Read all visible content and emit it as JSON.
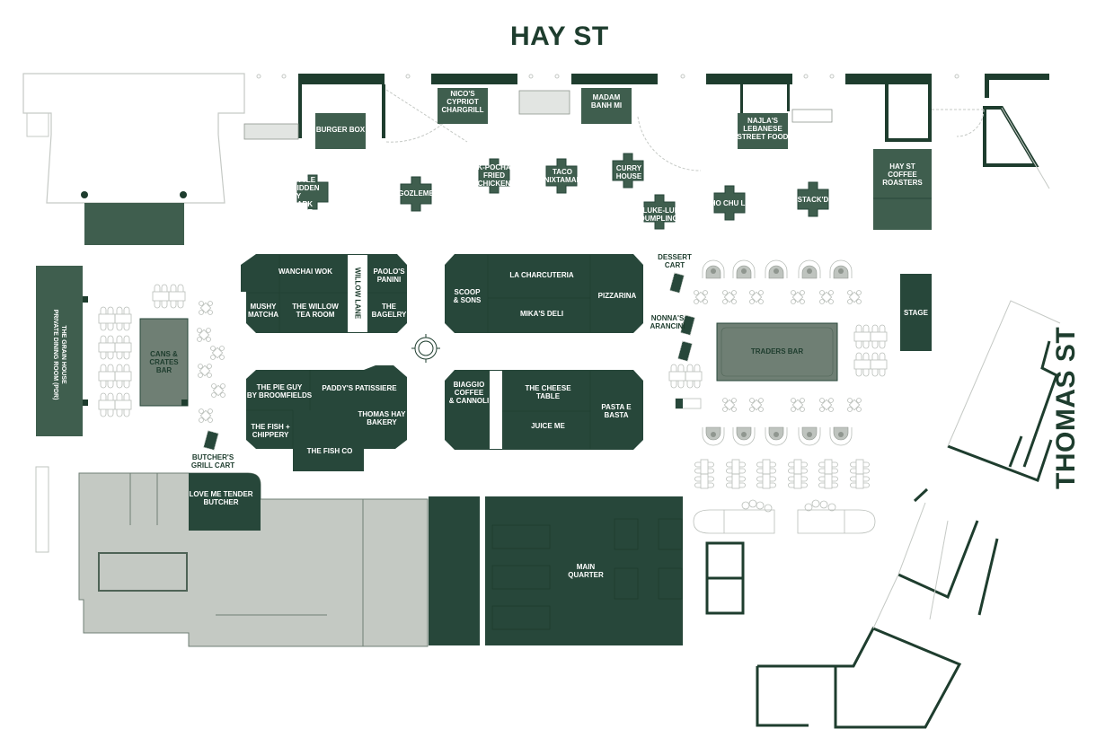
{
  "streets": {
    "north": "HAY ST",
    "east": "THOMAS ST"
  },
  "colors": {
    "stall_dark": "#27473a",
    "stall_mid": "#3f5e4e",
    "bar_grey": "#6f7f74",
    "back_of_house": "#c4c9c3",
    "wall": "#1e3d2e",
    "outline": "#bfc4bf",
    "label_light": "#ffffff"
  },
  "vendors": [
    {
      "id": "burger-box",
      "label": "BURGER BOX"
    },
    {
      "id": "nicos",
      "label": "NICO'S\nCYPRIOT\nCHARGRILL"
    },
    {
      "id": "madam-banh-mi",
      "label": "MADAM\nBANH MI"
    },
    {
      "id": "najlas",
      "label": "NAJLA'S\nLEBANESE\nSTREET FOOD"
    },
    {
      "id": "hay-st-coffee",
      "label": "HAY ST\nCOFFEE\nROASTERS"
    },
    {
      "id": "little-midden",
      "label": "LITTLE\nMIDDEN\nBY\nMARK OLIVE"
    },
    {
      "id": "gozleme",
      "label": "GOZLEME"
    },
    {
      "id": "k-pocha",
      "label": "K-POCHA\nFRIED\nCHICKEN"
    },
    {
      "id": "taco",
      "label": "TACO\nNIXTAMAL"
    },
    {
      "id": "curry",
      "label": "CURRY\nHOUSE"
    },
    {
      "id": "luke-luk",
      "label": "LUKE-LUK\nDUMPLINGS"
    },
    {
      "id": "pho",
      "label": "PHO CHU LAP"
    },
    {
      "id": "stackd",
      "label": "STACK'D"
    },
    {
      "id": "wanchai",
      "label": "WANCHAI WOK"
    },
    {
      "id": "paolos",
      "label": "PAOLO'S\nPANINI"
    },
    {
      "id": "mushy",
      "label": "MUSHY\nMATCHA"
    },
    {
      "id": "willow-tea",
      "label": "THE WILLOW\nTEA ROOM"
    },
    {
      "id": "bagelry",
      "label": "THE\nBAGELRY"
    },
    {
      "id": "willow-lane",
      "label": "WILLOW LANE"
    },
    {
      "id": "scoop",
      "label": "SCOOP\n& SONS"
    },
    {
      "id": "charcuteria",
      "label": "LA CHARCUTERIA"
    },
    {
      "id": "mikas",
      "label": "MIKA'S DELI"
    },
    {
      "id": "pizzarina",
      "label": "PIZZARINA"
    },
    {
      "id": "pie-guy",
      "label": "THE PIE GUY\nBY BROOMFIELDS"
    },
    {
      "id": "paddys",
      "label": "PADDY'S PATISSIERE"
    },
    {
      "id": "thomas-hay",
      "label": "THOMAS HAY\nBAKERY"
    },
    {
      "id": "fish-chippery",
      "label": "THE FISH +\nCHIPPERY"
    },
    {
      "id": "fish-co",
      "label": "THE FISH CO"
    },
    {
      "id": "biaggio",
      "label": "BIAGGIO\nCOFFEE\n& CANNOLI"
    },
    {
      "id": "cheese",
      "label": "THE CHEESE\nTABLE"
    },
    {
      "id": "juice",
      "label": "JUICE ME"
    },
    {
      "id": "pasta",
      "label": "PASTA E\nBASTA"
    },
    {
      "id": "love-me-tender",
      "label": "LOVE ME TENDER\nBUTCHER"
    },
    {
      "id": "main-quarter",
      "label": "MAIN\nQUARTER"
    }
  ],
  "bars": [
    {
      "id": "cans-crates",
      "label": "CANS &\nCRATES\nBAR"
    },
    {
      "id": "traders",
      "label": "TRADERS BAR"
    }
  ],
  "areas": [
    {
      "id": "grain-house",
      "label": "THE GRAIN HOUSE\nPRIVATE DINING ROOM (PDR)"
    },
    {
      "id": "stage",
      "label": "STAGE"
    }
  ],
  "carts": [
    {
      "id": "dessert-cart",
      "label": "DESSERT\nCART"
    },
    {
      "id": "nonnas",
      "label": "NONNA'S\nARANCINI"
    },
    {
      "id": "butchers-grill",
      "label": "BUTCHER'S\nGRILL CART"
    }
  ]
}
